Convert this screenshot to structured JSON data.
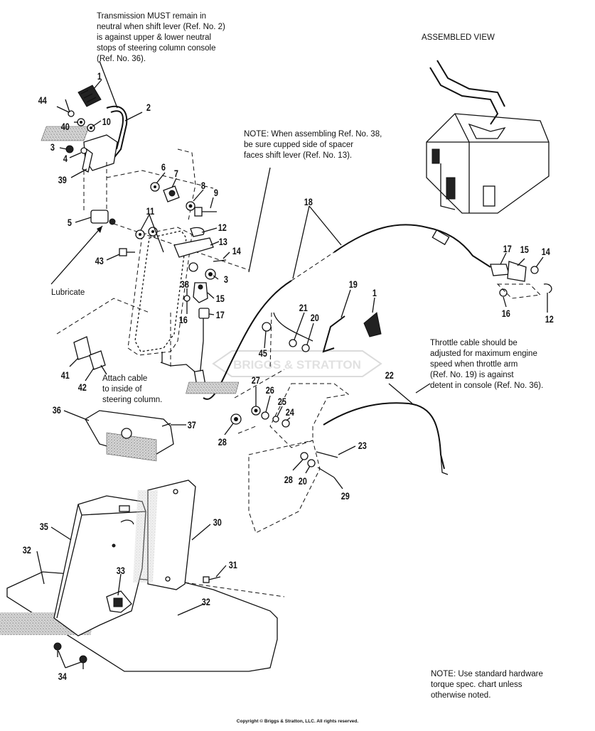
{
  "notes": {
    "transmission": "Transmission MUST remain in\nneutral when shift lever (Ref. No. 2)\nis against upper & lower neutral\nstops of steering column console\n(Ref. No. 36).",
    "assembled_view": "ASSEMBLED VIEW",
    "spacer": "NOTE: When assembling Ref. No. 38,\nbe sure cupped side of spacer\nfaces shift lever (Ref. No. 13).",
    "lubricate": "Lubricate",
    "attach_cable": "Attach cable\nto inside of\nsteering column.",
    "throttle": "Throttle cable should be\nadjusted for maximum engine\nspeed when throttle arm\n(Ref. No. 19) is against\ndetent in console (Ref. No. 36).",
    "hardware": "NOTE: Use standard hardware\ntorque spec. chart unless\notherwise noted.",
    "watermark": "BRIGGS & STRATTON",
    "copyright": "Copyright © Briggs & Stratton, LLC. All rights reserved."
  },
  "callouts": {
    "c1a": "1",
    "c44": "44",
    "c2": "2",
    "c40": "40",
    "c10": "10",
    "c3a": "3",
    "c4": "4",
    "c39": "39",
    "c6": "6",
    "c7": "7",
    "c8": "8",
    "c9": "9",
    "c5": "5",
    "c11": "11",
    "c12a": "12",
    "c13": "13",
    "c14a": "14",
    "c43": "43",
    "c3b": "3",
    "c38": "38",
    "c15a": "15",
    "c16a": "16",
    "c17a": "17",
    "c18": "18",
    "c17b": "17",
    "c15b": "15",
    "c14b": "14",
    "c16b": "16",
    "c12b": "12",
    "c19": "19",
    "c1b": "1",
    "c21": "21",
    "c20a": "20",
    "c45": "45",
    "c41": "41",
    "c42": "42",
    "c22": "22",
    "c27": "27",
    "c26": "26",
    "c25": "25",
    "c24": "24",
    "c36": "36",
    "c37": "37",
    "c28a": "28",
    "c23": "23",
    "c28b": "28",
    "c20b": "20",
    "c29": "29",
    "c35": "35",
    "c30": "30",
    "c32a": "32",
    "c31": "31",
    "c33": "33",
    "c32b": "32",
    "c34": "34"
  }
}
